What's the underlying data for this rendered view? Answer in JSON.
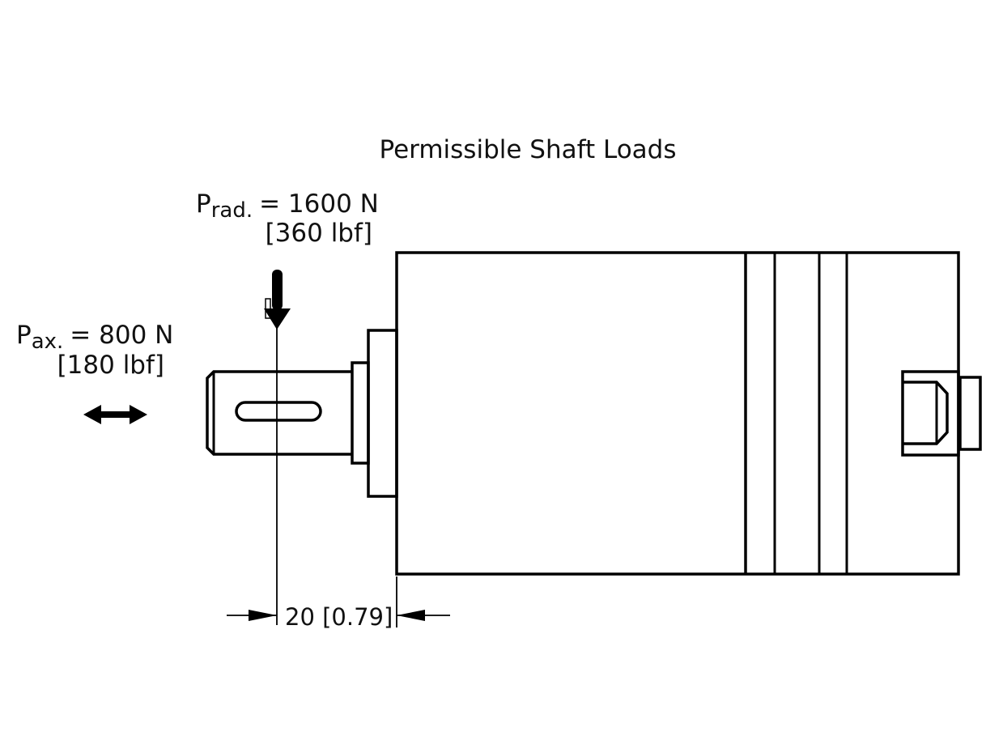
{
  "title": "Permissible Shaft Loads",
  "radial_load": {
    "symbol": "P",
    "subscript": "rad.",
    "value": "= 1600 N",
    "imperial": "[360 lbf]"
  },
  "axial_load": {
    "symbol": "P",
    "subscript": "ax.",
    "value": "= 800 N",
    "imperial": "[180 lbf]"
  },
  "dimension": {
    "label": "20 [0.79]"
  }
}
